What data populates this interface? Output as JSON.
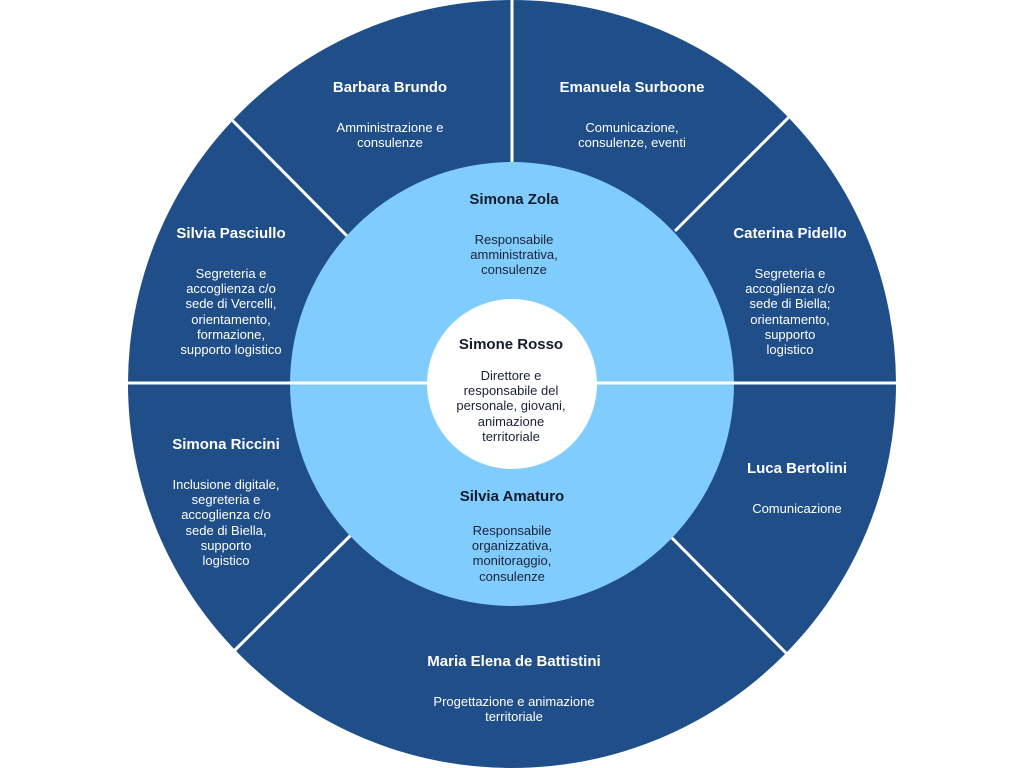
{
  "colors": {
    "outer_ring": "#1f4e89",
    "inner_ring": "#80ccfc",
    "center": "#ffffff",
    "divider": "#ffffff"
  },
  "center": {
    "name": "Simone Rosso",
    "role": "Direttore e\nresponsabile del\npersonale, giovani,\nanimazione\nterritoriale"
  },
  "inner_ring": [
    {
      "name": "Simona Zola",
      "role": "Responsabile\namministrativa,\nconsulenze"
    },
    {
      "name": "Silvia Amaturo",
      "role": "Responsabile\norganizzativa,\nmonitoraggio,\nconsulenze"
    }
  ],
  "outer_ring": [
    {
      "name": "Barbara Brundo",
      "role": "Amministrazione e\nconsulenze"
    },
    {
      "name": "Emanuela Surboone",
      "role": "Comunicazione,\nconsulenze, eventi"
    },
    {
      "name": "Silvia Pasciullo",
      "role": "Segreteria e\naccoglienza c/o\nsede di Vercelli,\norientamento,\nformazione,\nsupporto logistico"
    },
    {
      "name": "Caterina Pidello",
      "role": "Segreteria e\naccoglienza c/o\nsede di Biella;\norientamento,\nsupporto\nlogistico"
    },
    {
      "name": "Simona Riccini",
      "role": "Inclusione digitale,\nsegreteria e\naccoglienza c/o\nsede di Biella,\nsupporto\nlogistico"
    },
    {
      "name": "Luca Bertolini",
      "role": "Comunicazione"
    },
    {
      "name": "Maria Elena de Battistini",
      "role": "Progettazione e animazione\nterritoriale"
    }
  ]
}
